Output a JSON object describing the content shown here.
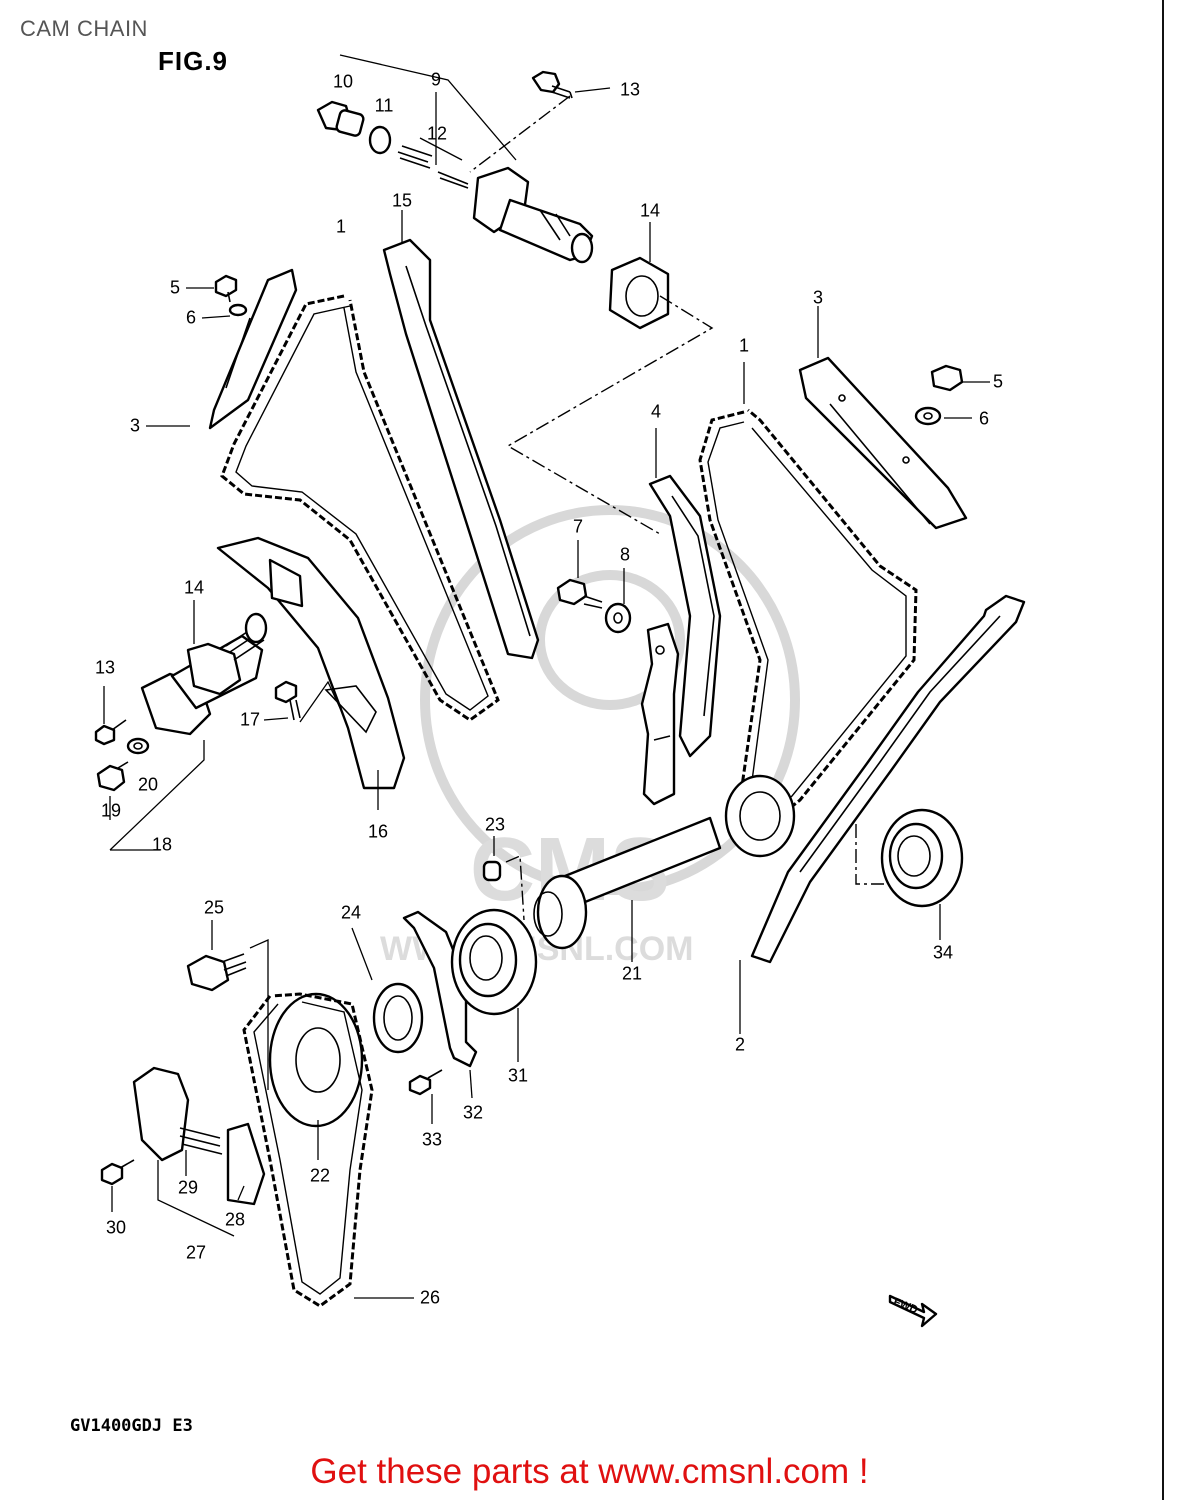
{
  "header": {
    "page_title": "CAM CHAIN",
    "figure_label": "FIG.9"
  },
  "footer": {
    "model_code": "GV1400GDJ E3",
    "banner": "Get these parts at www.cmsnl.com !"
  },
  "watermark": {
    "text": "WWW.CMSNL.COM",
    "logo_text": "CMS"
  },
  "direction_badge": "FWD",
  "callouts": [
    {
      "id": "c10",
      "text": "10"
    },
    {
      "id": "c9",
      "text": "9"
    },
    {
      "id": "c13a",
      "text": "13"
    },
    {
      "id": "c11",
      "text": "11"
    },
    {
      "id": "c12",
      "text": "12"
    },
    {
      "id": "c15",
      "text": "15"
    },
    {
      "id": "c14a",
      "text": "14"
    },
    {
      "id": "c1a",
      "text": "1"
    },
    {
      "id": "c5a",
      "text": "5"
    },
    {
      "id": "c6a",
      "text": "6"
    },
    {
      "id": "c3a",
      "text": "3"
    },
    {
      "id": "c3b",
      "text": "3"
    },
    {
      "id": "c1b",
      "text": "1"
    },
    {
      "id": "c5b",
      "text": "5"
    },
    {
      "id": "c6b",
      "text": "6"
    },
    {
      "id": "c4",
      "text": "4"
    },
    {
      "id": "c7",
      "text": "7"
    },
    {
      "id": "c8",
      "text": "8"
    },
    {
      "id": "c14b",
      "text": "14"
    },
    {
      "id": "c13b",
      "text": "13"
    },
    {
      "id": "c17",
      "text": "17"
    },
    {
      "id": "c20",
      "text": "20"
    },
    {
      "id": "c19",
      "text": "19"
    },
    {
      "id": "c18",
      "text": "18"
    },
    {
      "id": "c16",
      "text": "16"
    },
    {
      "id": "c23",
      "text": "23"
    },
    {
      "id": "c34",
      "text": "34"
    },
    {
      "id": "c25",
      "text": "25"
    },
    {
      "id": "c24",
      "text": "24"
    },
    {
      "id": "c21",
      "text": "21"
    },
    {
      "id": "c2",
      "text": "2"
    },
    {
      "id": "c31",
      "text": "31"
    },
    {
      "id": "c32",
      "text": "32"
    },
    {
      "id": "c33",
      "text": "33"
    },
    {
      "id": "c22",
      "text": "22"
    },
    {
      "id": "c29",
      "text": "29"
    },
    {
      "id": "c30",
      "text": "30"
    },
    {
      "id": "c28",
      "text": "28"
    },
    {
      "id": "c27",
      "text": "27"
    },
    {
      "id": "c26",
      "text": "26"
    }
  ]
}
